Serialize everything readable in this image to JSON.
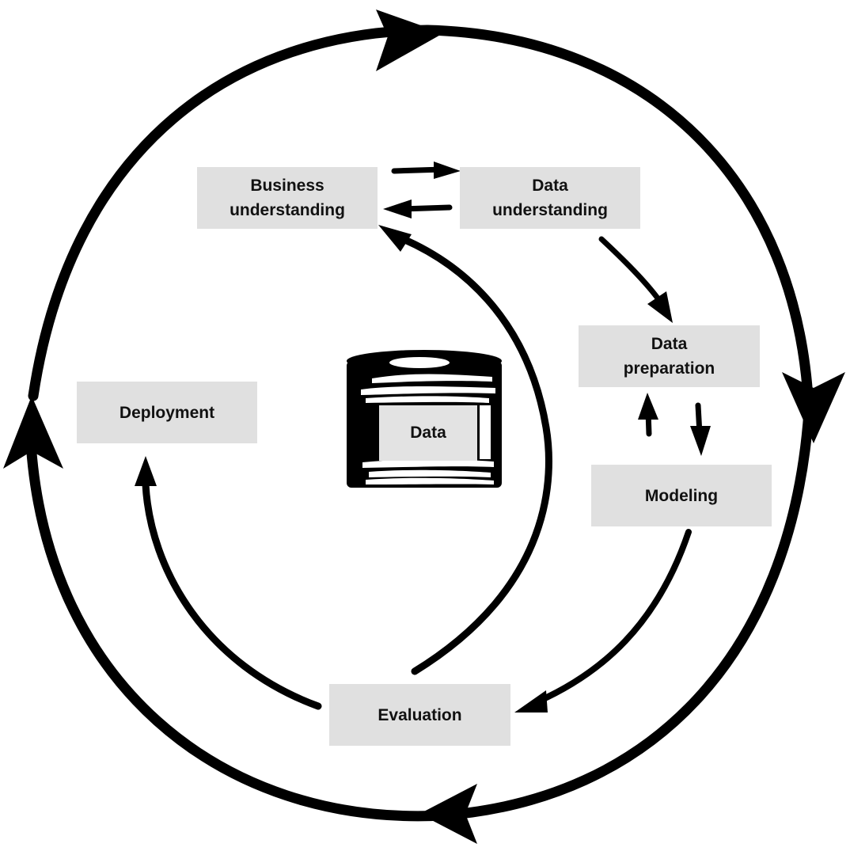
{
  "colors": {
    "box_fill": "#e0e0e0",
    "stroke": "#000000",
    "background": "#ffffff"
  },
  "phases": {
    "business_understanding": "Business\nunderstanding",
    "data_understanding": "Data\nunderstanding",
    "data_preparation": "Data\npreparation",
    "modeling": "Modeling",
    "evaluation": "Evaluation",
    "deployment": "Deployment"
  },
  "center": {
    "data_label": "Data",
    "icon": "database-cylinder-icon"
  }
}
